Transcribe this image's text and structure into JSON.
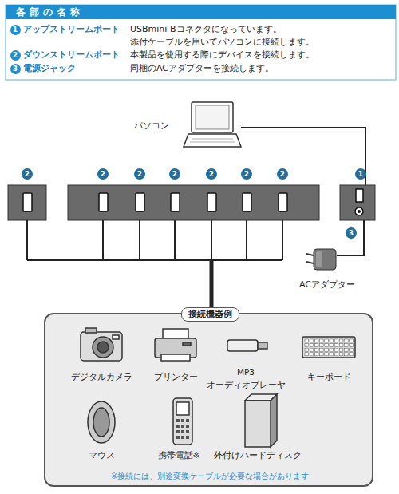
{
  "diagram": {
    "title": "各部の名称",
    "nodes": [
      {
        "text": [
          "接続機器例",
          "※接続には、別途変換ケーブルが必要な場合があります"
        ]
      }
    ],
    "labels": [
      "1",
      "アップストリームポート",
      "USBmini-Bコネクタになっています。 添付ケーブルを用いてパソコンに接続します。",
      "2",
      "ダウンストリームポート",
      "本製品を使用する際にデバイスを接続します。",
      "3",
      "電源ジャック",
      "同梱のACアダプターを接続します。",
      "パソコン",
      "2",
      "2",
      "2",
      "2",
      "2",
      "2",
      "2",
      "1",
      "3",
      "ACアダプター",
      "デジタルカメラ",
      "プリンター",
      "MP3 オーディオプレーヤ",
      "キーボード",
      "マウス",
      "携帯電話※",
      "外付けハードディスク"
    ]
  }
}
